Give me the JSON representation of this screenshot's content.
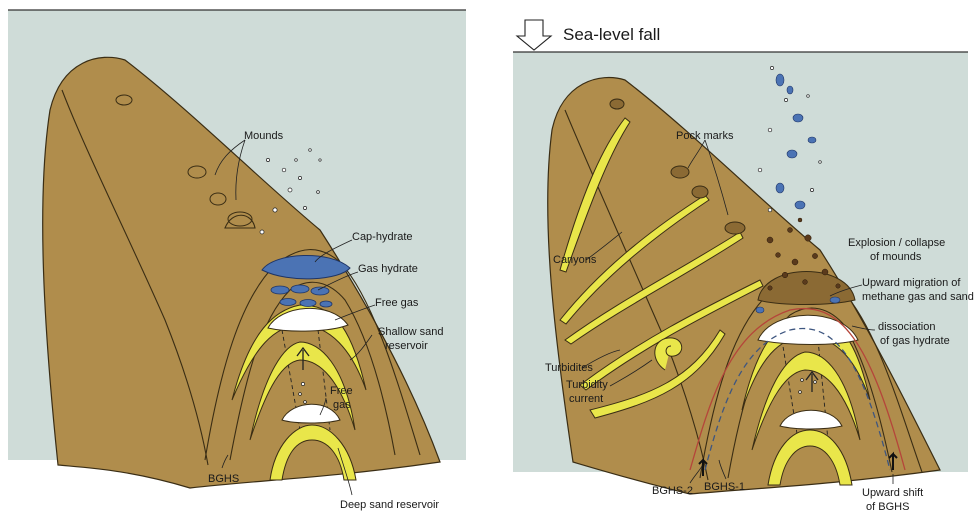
{
  "colors": {
    "sea": "#cfdcd8",
    "sediment": "#b08d4c",
    "sand": "#e9e64a",
    "hydrate": "#4b73b4",
    "gas": "#ffffff",
    "bghs2": "#b5453a",
    "bghs1": "#3e5680"
  },
  "icons": {
    "sea_level_arrow": "down-arrow-icon",
    "upward_arrow": "up-arrow-icon"
  },
  "left_panel": {
    "labels": {
      "mounds": "Mounds",
      "cap_hydrate": "Cap-hydrate",
      "gas_hydrate": "Gas hydrate",
      "free_gas_top": "Free gas",
      "shallow_sand_1": "Shallow sand",
      "shallow_sand_2": "reservoir",
      "free_gas_low_1": "Free",
      "free_gas_low_2": "gas",
      "bghs": "BGHS",
      "deep_sand": "Deep sand reservoir"
    }
  },
  "right_panel": {
    "title": "Sea-level fall",
    "labels": {
      "pock_marks": "Pock marks",
      "canyons": "Canyons",
      "turbidites": "Turbidites",
      "turbidity_current_1": "Turbidity",
      "turbidity_current_2": "current",
      "explosion_1": "Explosion / collapse",
      "explosion_2": "of mounds",
      "upward_migration_1": "Upward migration of",
      "upward_migration_2": "methane gas and sand",
      "dissociation_1": "dissociation",
      "dissociation_2": "of gas hydrate",
      "bghs2": "BGHS-2",
      "bghs1": "BGHS-1",
      "upward_shift_1": "Upward shift",
      "upward_shift_2": "of BGHS"
    }
  }
}
